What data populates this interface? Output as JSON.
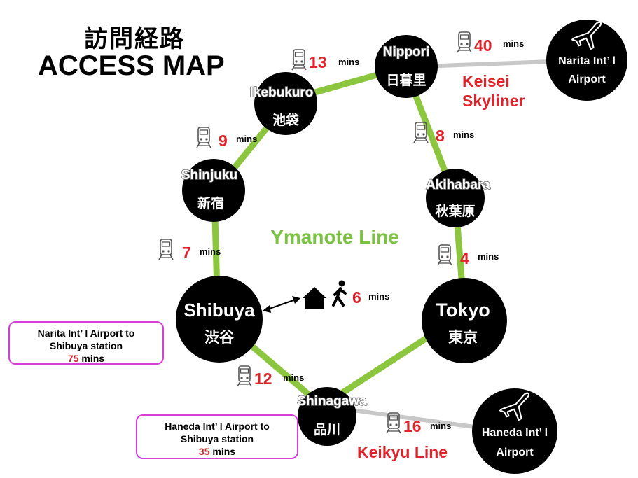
{
  "title": {
    "jp": "訪問経路",
    "en": "ACCESS MAP"
  },
  "line_label": "Ymanote Line",
  "stations": [
    {
      "id": "nippori",
      "en": "Nippori",
      "jp": "日暮里"
    },
    {
      "id": "ikebukuro",
      "en": "Ikebukuro",
      "jp": "池袋"
    },
    {
      "id": "shinjuku",
      "en": "Shinjuku",
      "jp": "新宿"
    },
    {
      "id": "akihabara",
      "en": "Akihabara",
      "jp": "秋葉原"
    },
    {
      "id": "shibuya",
      "en": "Shibuya",
      "jp": "渋谷"
    },
    {
      "id": "tokyo",
      "en": "Tokyo",
      "jp": "東京"
    },
    {
      "id": "shinagawa",
      "en": "Shinagawa",
      "jp": "品川"
    }
  ],
  "airports": [
    {
      "id": "narita",
      "line1": "Narita Int’ l",
      "line2": "Airport"
    },
    {
      "id": "haneda",
      "line1": "Haneda Int’ l",
      "line2": "Airport"
    }
  ],
  "times": [
    {
      "id": "ikebukuro-nippori",
      "value": "13",
      "unit": "mins"
    },
    {
      "id": "nippori-narita",
      "value": "40",
      "unit": "mins"
    },
    {
      "id": "shinjuku-ikebukuro",
      "value": "9",
      "unit": "mins"
    },
    {
      "id": "nippori-akihabara",
      "value": "8",
      "unit": "mins"
    },
    {
      "id": "shibuya-shinjuku",
      "value": "7",
      "unit": "mins"
    },
    {
      "id": "akihabara-tokyo",
      "value": "4",
      "unit": "mins"
    },
    {
      "id": "walk",
      "value": "6",
      "unit": "mins"
    },
    {
      "id": "shibuya-shinagawa",
      "value": "12",
      "unit": "mins"
    },
    {
      "id": "shinagawa-haneda",
      "value": "16",
      "unit": "mins"
    }
  ],
  "other_lines": {
    "keisei_1": "Keisei",
    "keisei_2": "Skyliner",
    "keikyu": "Keikyu Line"
  },
  "info_boxes": {
    "narita": {
      "line1": "Narita Int’ l Airport to",
      "line2": "Shibuya station",
      "value": "75",
      "unit": "mins"
    },
    "haneda": {
      "line1": "Haneda Int’ l Airport to",
      "line2": "Shibuya station",
      "value": "35",
      "unit": "mins"
    }
  },
  "colors": {
    "yamanote": "#8cc63f",
    "other_line": "#c8c8c8",
    "accent": "#e0232b",
    "box_border": "#d63fd6"
  },
  "icons": [
    "train-icon",
    "airplane-icon",
    "house-icon",
    "walking-person-icon",
    "double-arrow-icon"
  ]
}
